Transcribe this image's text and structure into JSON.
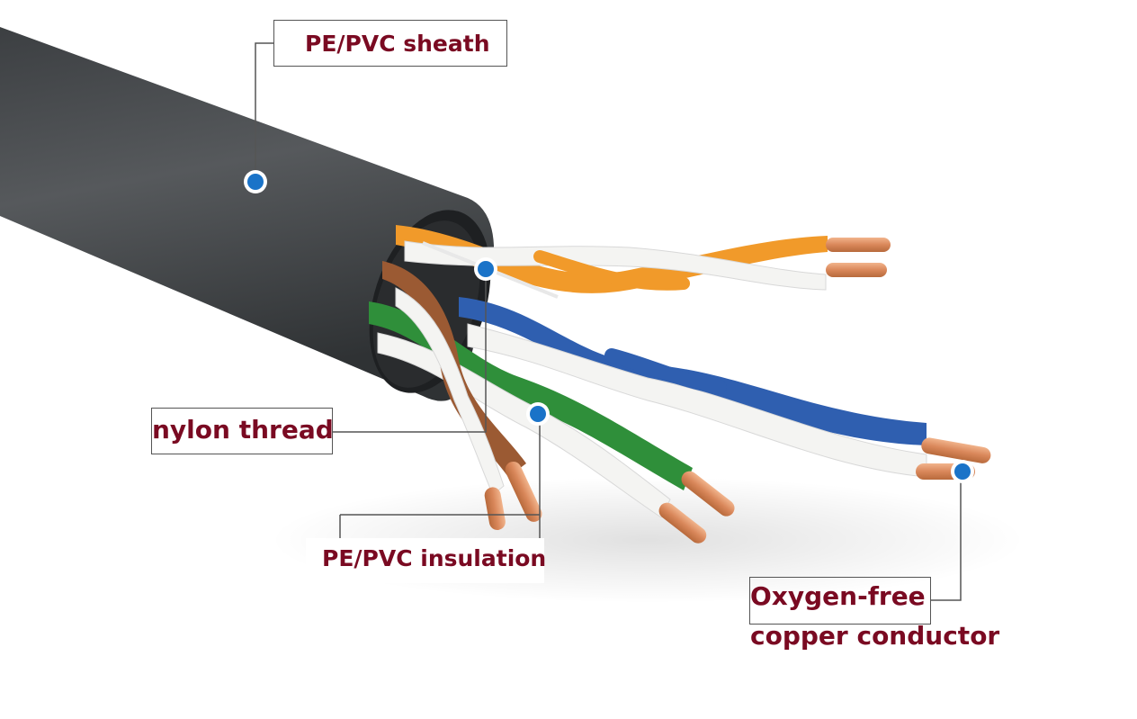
{
  "labels": {
    "sheath": "PE/PVC sheath",
    "nylon": "nylon thread",
    "insulation": "PE/PVC insulation",
    "conductor_line1": "Oxygen-free",
    "conductor_line2": "copper conductor"
  },
  "colors": {
    "label_text": "#7a0a22",
    "marker": "#1a73c8",
    "jacket": "#4a4d50",
    "orange": "#f19a2a",
    "blue": "#2f5fb0",
    "green": "#2f8f3a",
    "brown": "#9b5a33",
    "copper": "#d98a5a"
  }
}
